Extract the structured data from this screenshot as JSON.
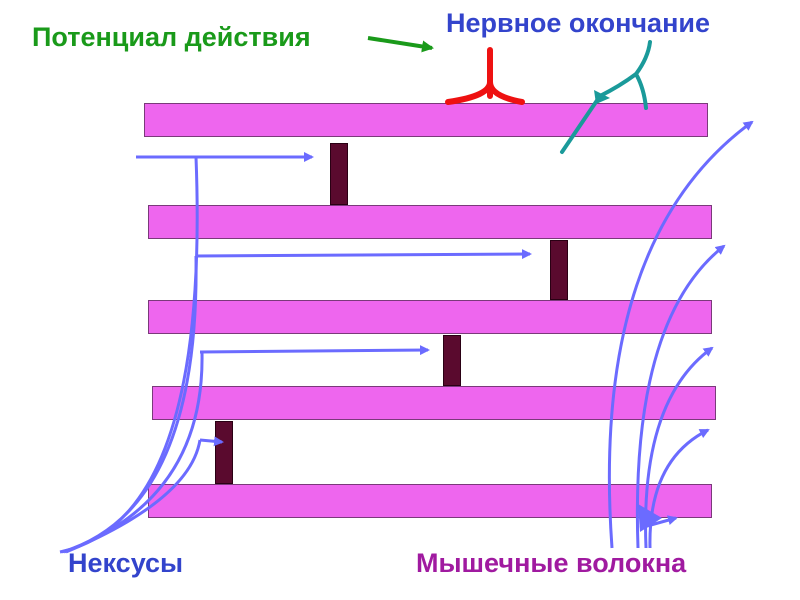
{
  "labels": {
    "action_potential": "Потенциал действия",
    "nerve_ending": "Нервное окончание",
    "nexuses": "Нексусы",
    "muscle_fibers": "Мышечные волокна"
  },
  "colors": {
    "fiber": "#ee66ee",
    "nexus": "#5a0a2e",
    "arrow": "#6b6bff",
    "action_label": "#1a9a1a",
    "nerve_label": "#3344cc",
    "nexus_label": "#3344cc",
    "muscle_label": "#a01aa0",
    "nerve_ending_red": "#ee1111",
    "nerve_ending_teal": "#1a9a9a"
  }
}
